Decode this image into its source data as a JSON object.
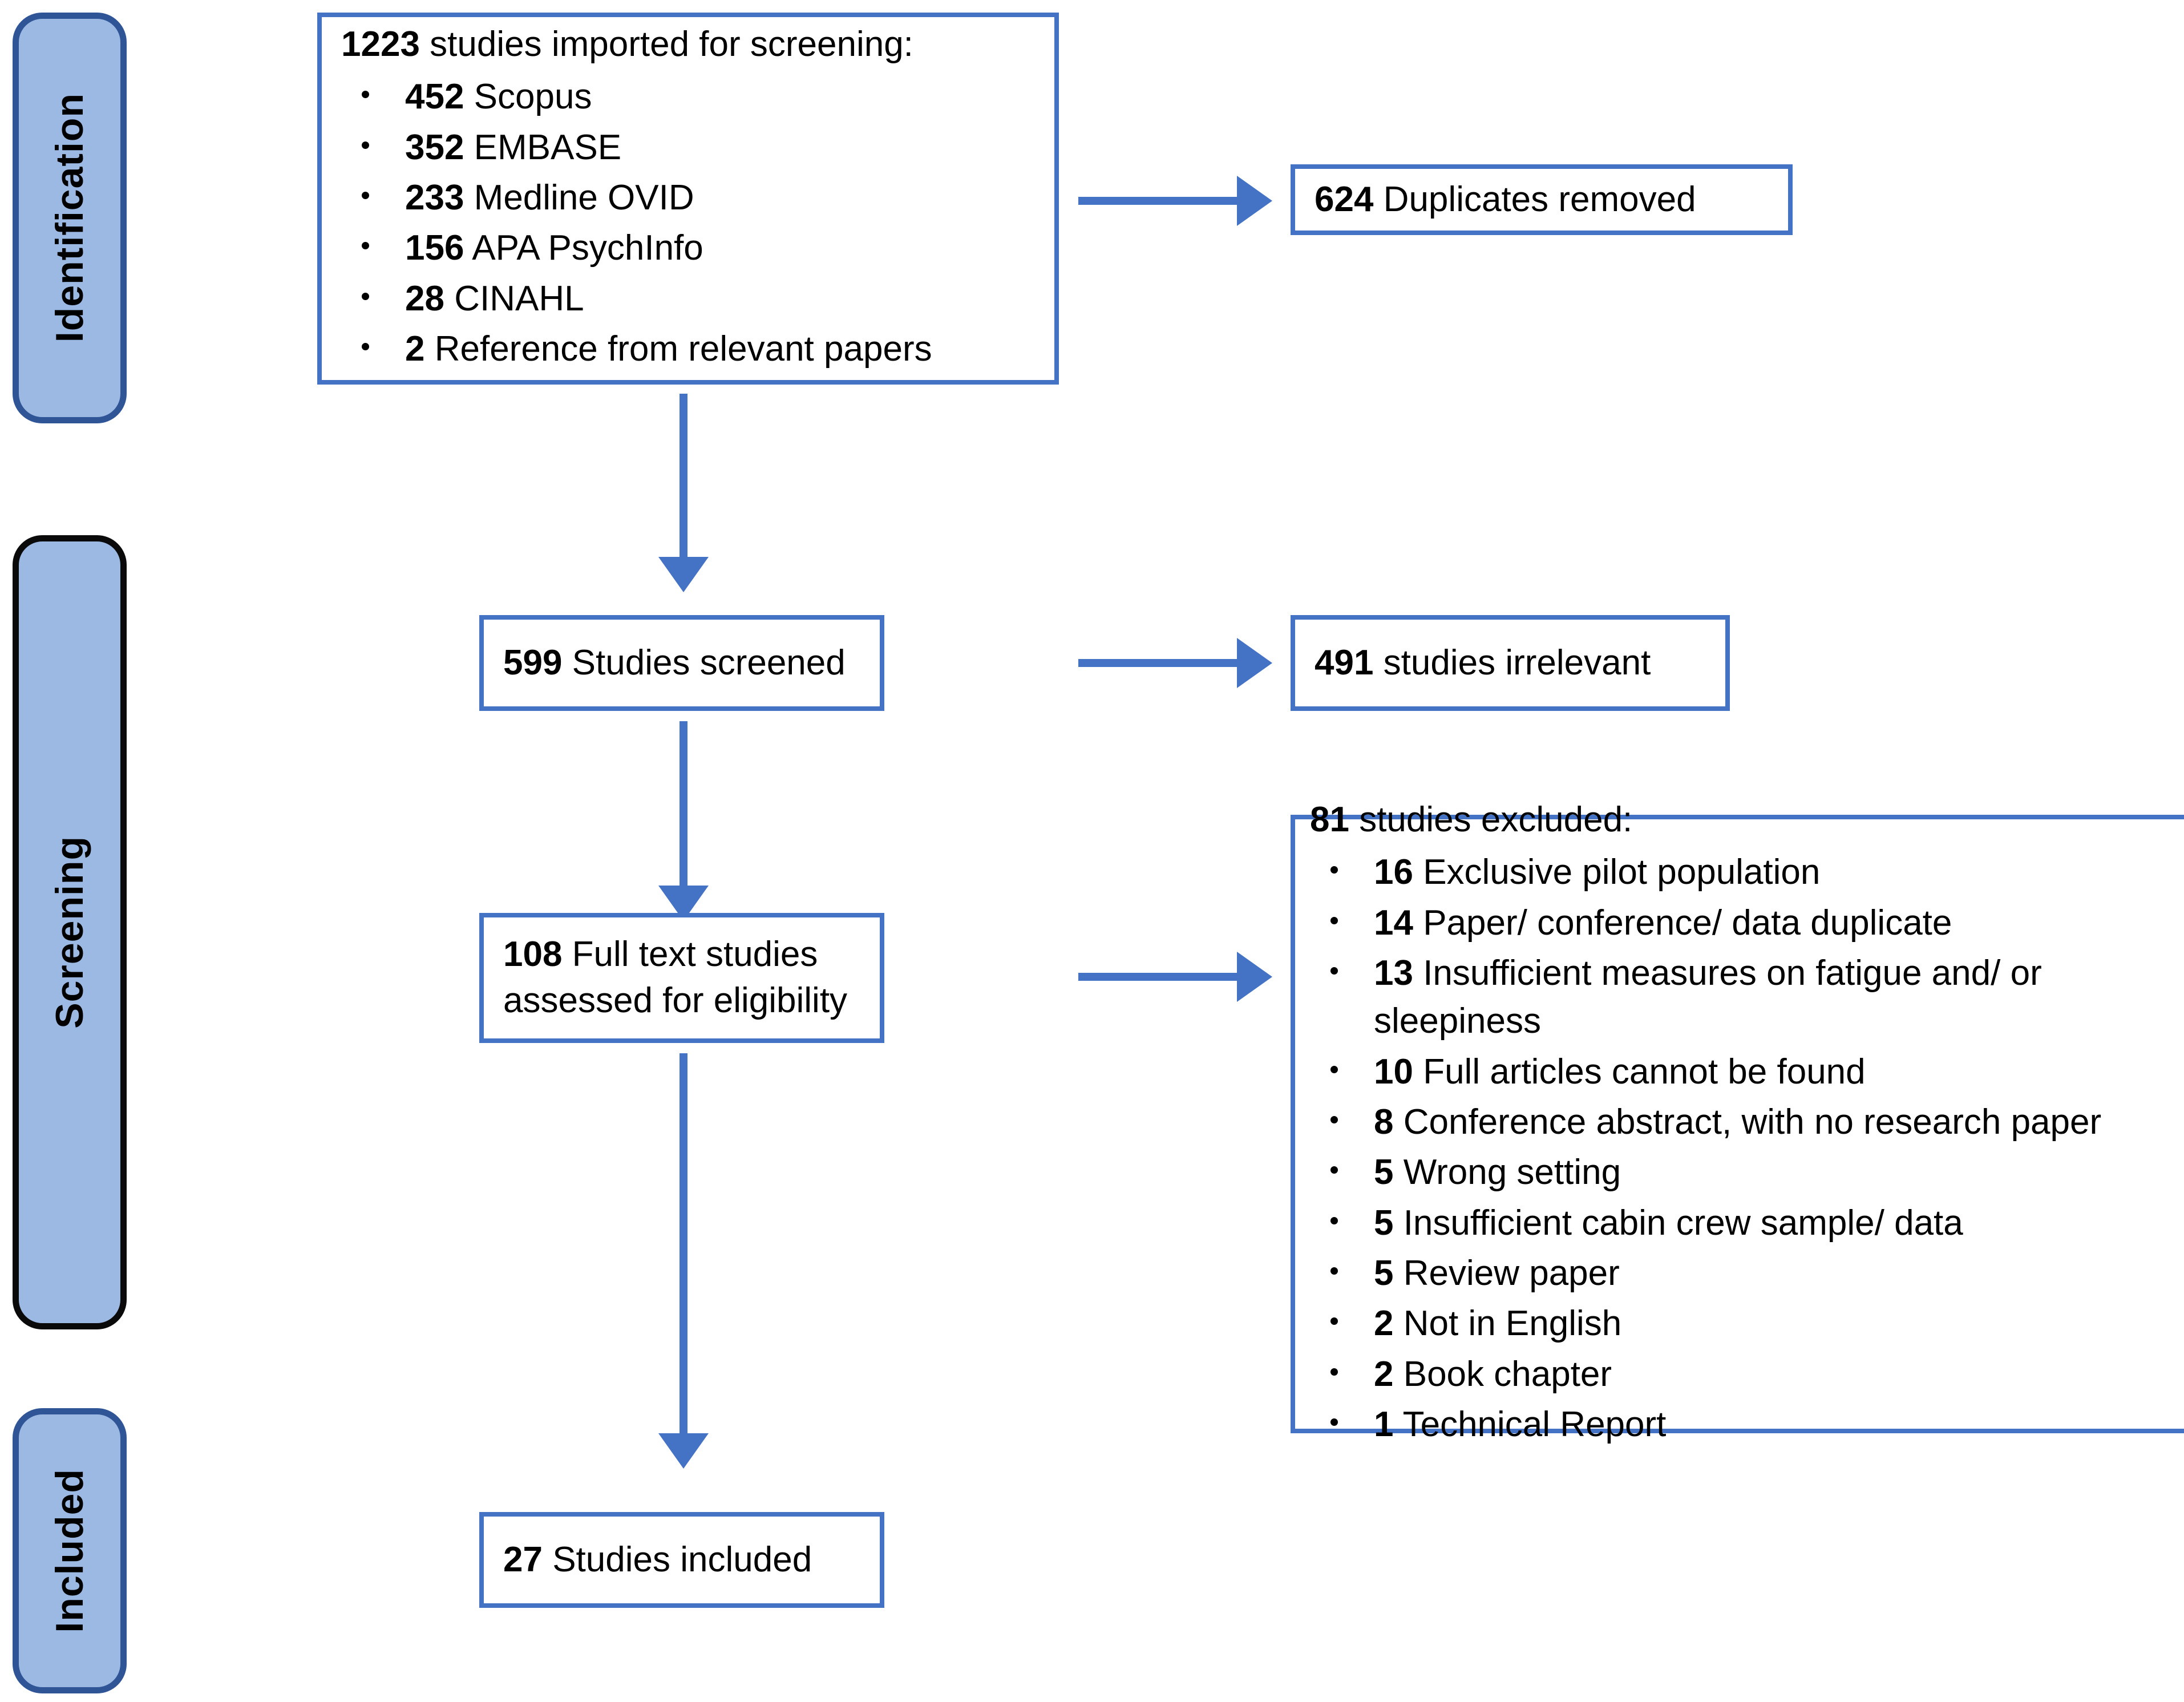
{
  "colors": {
    "box_border": "#4472C4",
    "arrow": "#4472C4",
    "badge_fill": "#9CB9E3",
    "badge_border_blue": "#2F5597",
    "badge_border_dark": "#0A0A0A",
    "text": "#000000",
    "background": "#FFFFFF"
  },
  "stages": [
    {
      "key": "identification",
      "label": "Identification"
    },
    {
      "key": "screening",
      "label": "Screening"
    },
    {
      "key": "included",
      "label": "Included"
    }
  ],
  "boxes": {
    "imported": {
      "count": "1223",
      "title": " studies imported for screening:",
      "sources": [
        {
          "count": "452",
          "label": " Scopus"
        },
        {
          "count": "352",
          "label": " EMBASE"
        },
        {
          "count": "233",
          "label": " Medline OVID"
        },
        {
          "count": "156",
          "label": " APA PsychInfo"
        },
        {
          "count": "28",
          "label": " CINAHL"
        },
        {
          "count": "2",
          "label": " Reference from relevant papers"
        }
      ]
    },
    "duplicates": {
      "count": "624",
      "title": " Duplicates removed"
    },
    "screened": {
      "count": "599",
      "title": " Studies screened"
    },
    "irrelevant": {
      "count": "491",
      "title": " studies irrelevant"
    },
    "fulltext": {
      "count": "108",
      "title": " Full text studies assessed for eligibility"
    },
    "excluded": {
      "count": "81",
      "title": " studies excluded:",
      "reasons": [
        {
          "count": "16",
          "label": " Exclusive pilot population"
        },
        {
          "count": "14",
          "label": " Paper/ conference/ data duplicate"
        },
        {
          "count": "13",
          "label": " Insufficient measures on fatigue and/ or sleepiness"
        },
        {
          "count": "10",
          "label": " Full articles cannot be found"
        },
        {
          "count": "8",
          "label": " Conference abstract, with no research paper"
        },
        {
          "count": "5",
          "label": " Wrong setting"
        },
        {
          "count": "5",
          "label": " Insufficient cabin crew sample/ data"
        },
        {
          "count": "5",
          "label": " Review paper"
        },
        {
          "count": "2",
          "label": " Not in English"
        },
        {
          "count": "2",
          "label": " Book chapter"
        },
        {
          "count": "1",
          "label": " Technical Report"
        }
      ]
    },
    "included": {
      "count": "27",
      "title": " Studies included"
    }
  }
}
